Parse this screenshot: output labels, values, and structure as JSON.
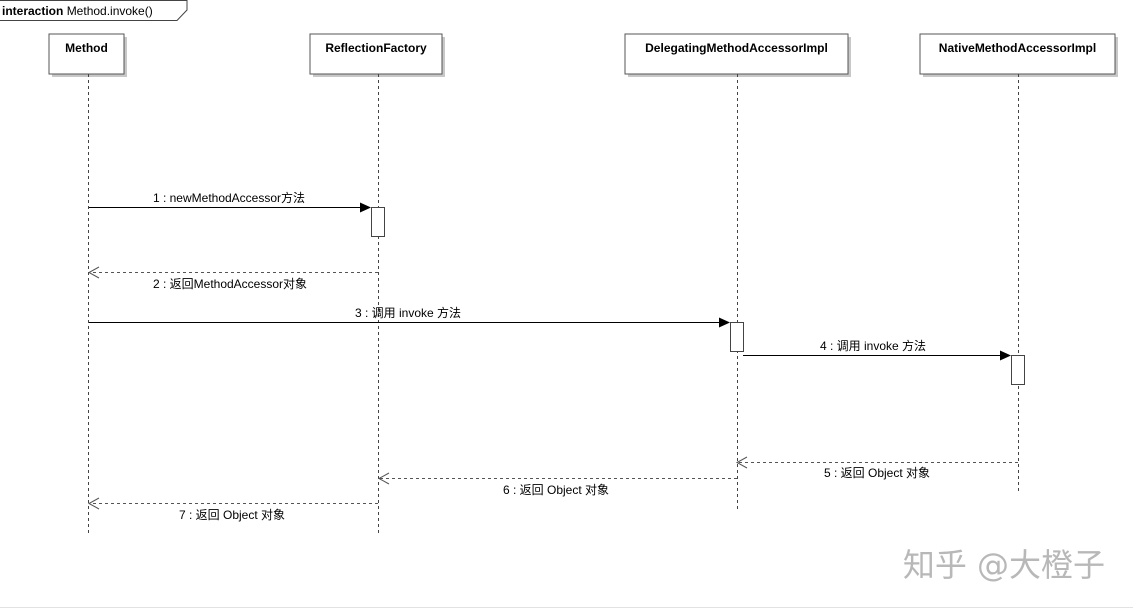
{
  "frame": {
    "keyword": "interaction",
    "name": "Method.invoke()"
  },
  "participants": [
    {
      "id": "method",
      "label": "Method"
    },
    {
      "id": "reflection-factory",
      "label": "ReflectionFactory"
    },
    {
      "id": "delegating",
      "label": "DelegatingMethodAccessorImpl"
    },
    {
      "id": "native",
      "label": "NativeMethodAccessorImpl"
    }
  ],
  "messages": [
    {
      "label": "1 : newMethodAccessor方法",
      "from": 0,
      "to": 1,
      "kind": "sync"
    },
    {
      "label": "2 : 返回MethodAccessor对象",
      "from": 1,
      "to": 0,
      "kind": "return"
    },
    {
      "label": "3 : 调用 invoke 方法",
      "from": 0,
      "to": 2,
      "kind": "sync"
    },
    {
      "label": "4 : 调用 invoke 方法",
      "from": 2,
      "to": 3,
      "kind": "sync"
    },
    {
      "label": "5 : 返回 Object 对象",
      "from": 3,
      "to": 2,
      "kind": "return"
    },
    {
      "label": "6 : 返回 Object 对象",
      "from": 2,
      "to": 1,
      "kind": "return"
    },
    {
      "label": "7 : 返回 Object 对象",
      "from": 1,
      "to": 0,
      "kind": "return"
    }
  ],
  "watermark": "知乎 @大橙子"
}
